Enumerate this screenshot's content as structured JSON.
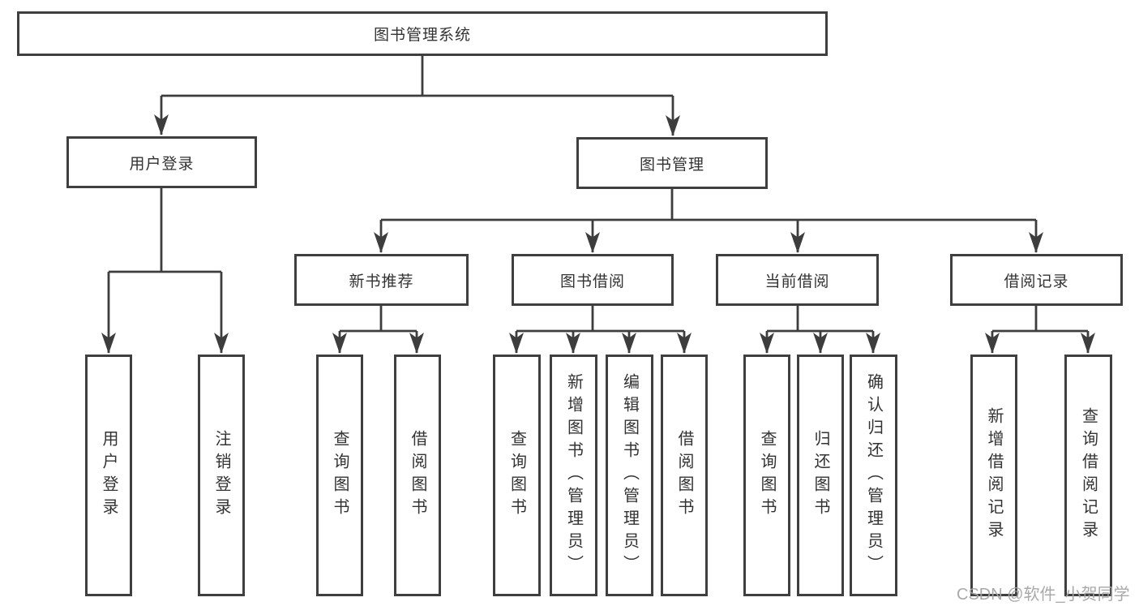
{
  "diagram": {
    "root": "图书管理系统",
    "level1": [
      "用户登录",
      "图书管理"
    ],
    "level2": [
      "新书推荐",
      "图书借阅",
      "当前借阅",
      "借阅记录"
    ],
    "leaves": {
      "user_login": [
        "用户登录",
        "注销登录"
      ],
      "new_books": [
        "查询图书",
        "借阅图书"
      ],
      "book_borrowing": [
        "查询图书",
        "新增图书（管理员）",
        "编辑图书（管理员）",
        "借阅图书"
      ],
      "current_borrowing": [
        "查询图书",
        "归还图书",
        "确认归还（管理员）"
      ],
      "borrowing_records": [
        "新增借阅记录",
        "查询借阅记录"
      ]
    }
  },
  "watermark": "CSDN @软件_小贺同学",
  "colors": {
    "line": "#3d3d3d",
    "box_border": "#3f3f3f",
    "text": "#333333",
    "watermark": "#a4a4a4",
    "background": "#ffffff"
  }
}
